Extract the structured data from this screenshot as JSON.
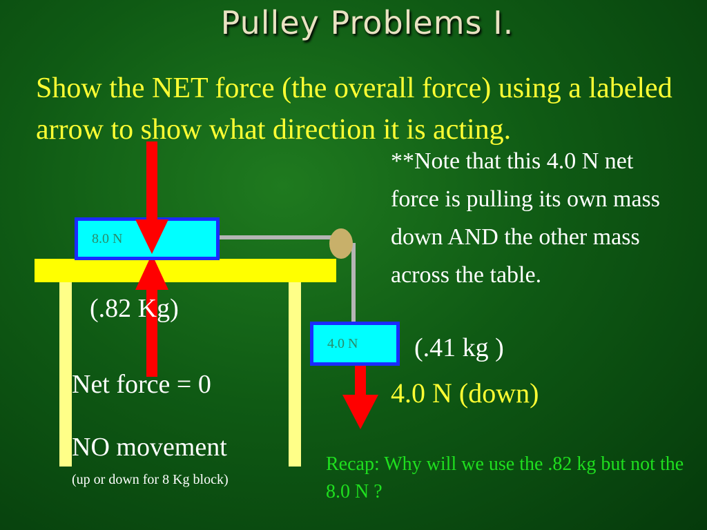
{
  "title": "Pulley Problems I.",
  "main_text": "Show the NET force (the overall force) using a labeled arrow to show what direction it is acting.",
  "note": "**Note that this 4.0 N net force is pulling its own mass down AND the other mass across the table.",
  "blocks": {
    "table_block_label": "8.0 N",
    "table_block_mass": "(.82 Kg)",
    "hanging_block_label": "4.0 N",
    "hanging_block_mass": "(.41 kg )"
  },
  "net_force_table": "Net force = 0",
  "no_movement": "NO movement",
  "no_movement_sub": "(up or down for 8 Kg block)",
  "net_force_hanging": "4.0 N (down)",
  "recap": "Recap: Why will we use the .82 kg but not the 8.0 N ?",
  "colors": {
    "arrow": "#ff0000",
    "table": "#ffff00",
    "block_fill": "#00ffff",
    "block_border": "#1a2bff",
    "pulley": "#c8b06a"
  }
}
